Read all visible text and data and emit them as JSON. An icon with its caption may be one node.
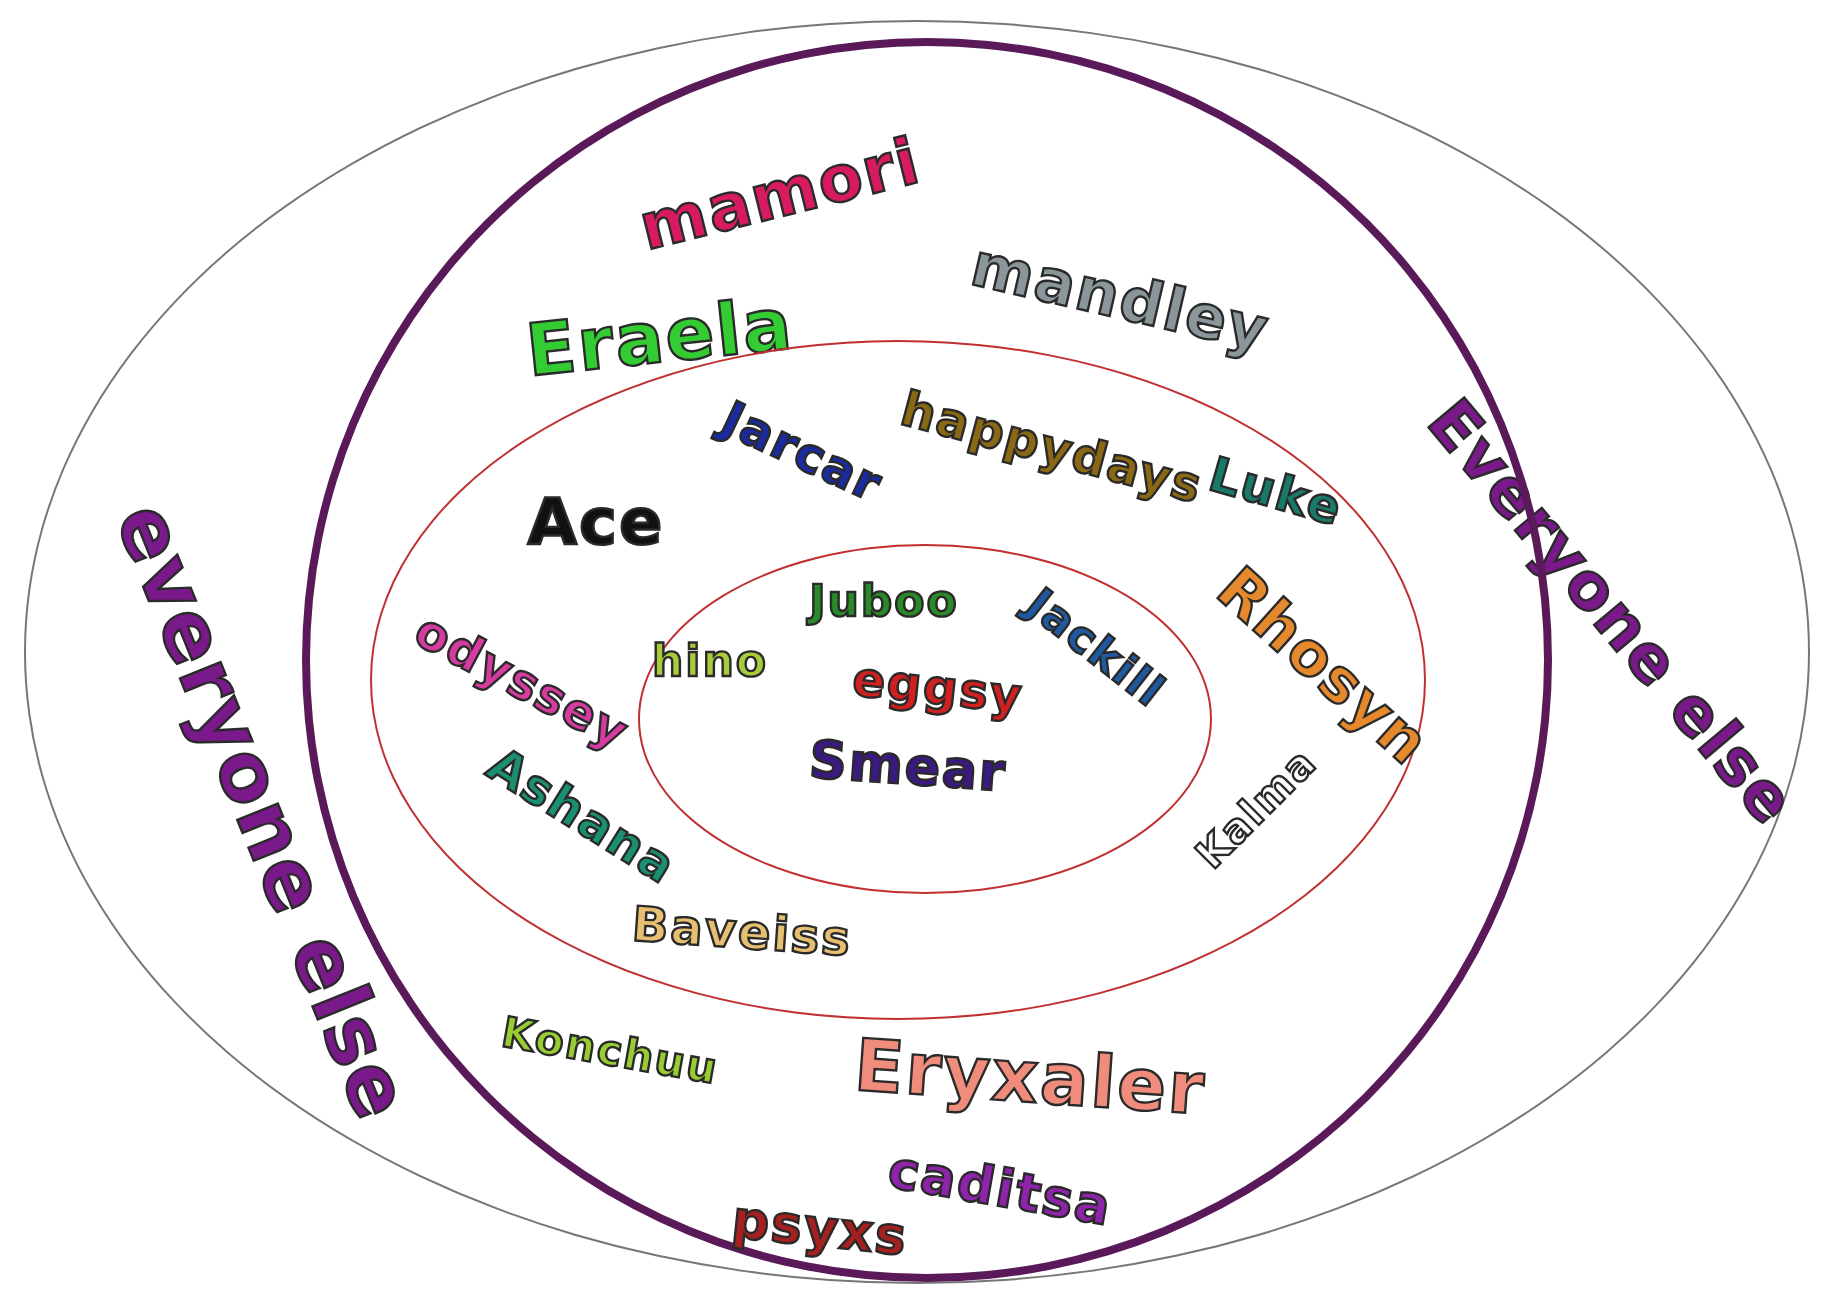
{
  "diagram": {
    "nodes": [
      {
        "text": [
          "everyone else",
          "Everyone else"
        ]
      },
      {
        "text": [
          "mamori",
          "mandley",
          "Eraela",
          "Konchuu",
          "Eryxaler",
          "caditsa",
          "psyxs"
        ],
        "in": 0
      },
      {
        "text": [
          "Jarcar",
          "happydays",
          "Luke",
          "Ace",
          "odyssey",
          "Rhosyn",
          "Kalma",
          "Ashana",
          "Baveiss"
        ],
        "in": 1
      },
      {
        "text": [
          "Juboo",
          "Jackill",
          "hino",
          "eggsy",
          "Smear"
        ],
        "in": 2
      }
    ]
  }
}
